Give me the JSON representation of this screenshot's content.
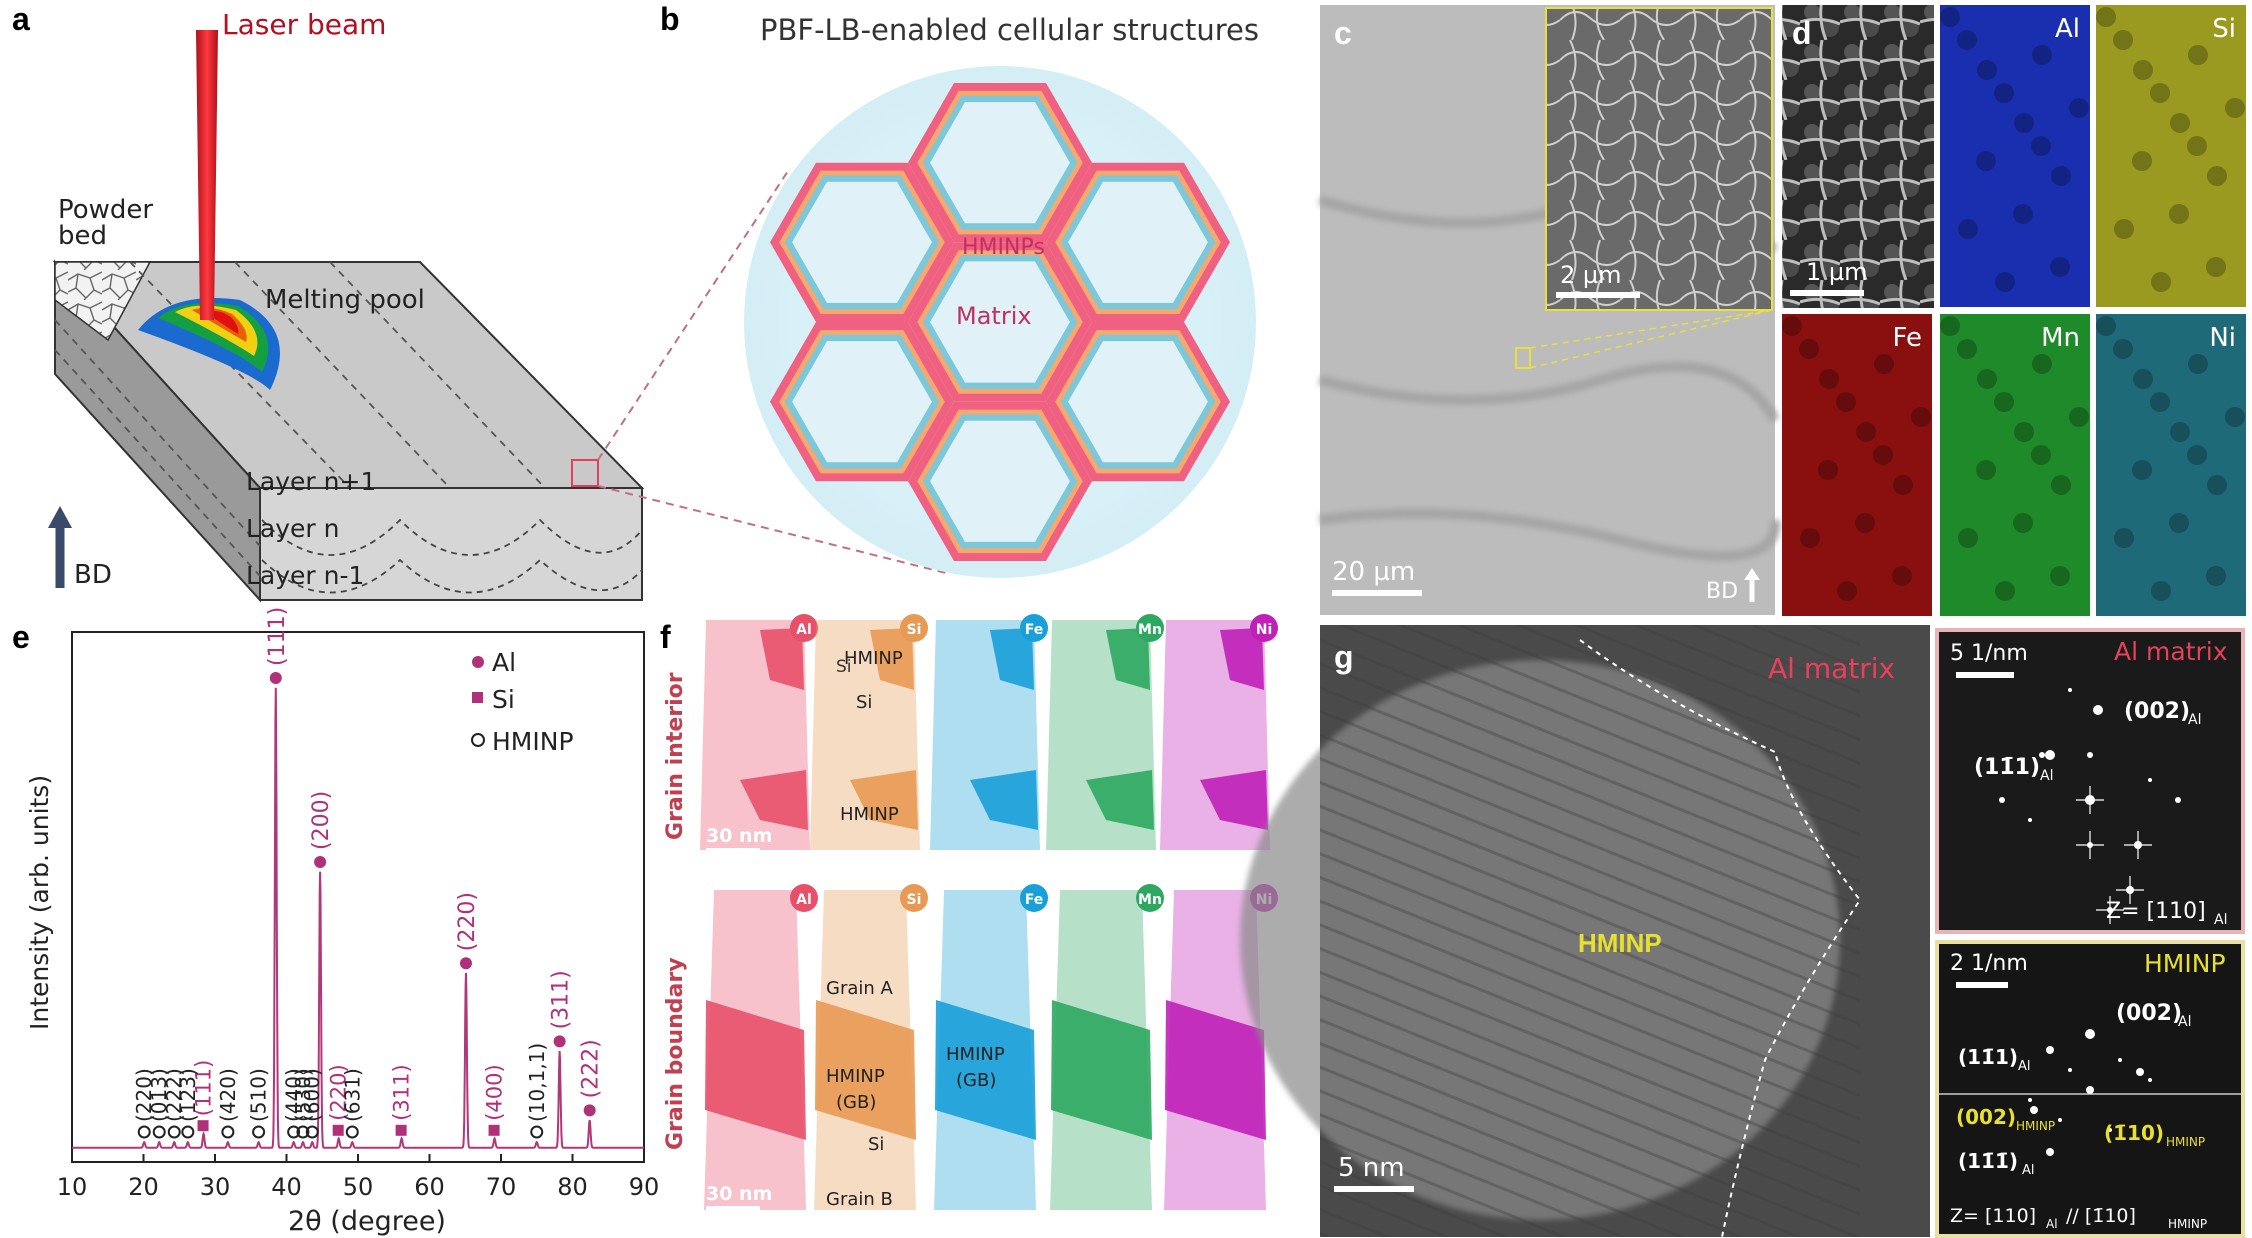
{
  "panels": {
    "a": {
      "letter": "a",
      "laser": "Laser beam",
      "powder": "Powder",
      "bed": "bed",
      "pool": "Melting pool",
      "layer_top": "Layer n+1",
      "layer_mid": "Layer n",
      "layer_bot": "Layer n-1",
      "bd": "BD"
    },
    "b": {
      "letter": "b",
      "title": "PBF-LB-enabled cellular structures",
      "hminps": "HMINPs",
      "matrix": "Matrix"
    },
    "c": {
      "letter": "c",
      "scale_inset": "2 µm",
      "scale_main": "20 µm",
      "bd": "BD"
    },
    "d": {
      "letter": "d",
      "scale": "1 µm",
      "maps": [
        "Al",
        "Si",
        "Fe",
        "Mn",
        "Ni"
      ],
      "colors": {
        "Al": "#1a2fb0",
        "Si": "#9a9a20",
        "Fe": "#8a1010",
        "Mn": "#1f8a2a",
        "Ni": "#1f6a78"
      }
    },
    "e": {
      "letter": "e",
      "ylabel": "Intensity (arb. units)",
      "xlabel": "2θ (degree)",
      "legend": [
        "Al",
        "Si",
        "HMINP"
      ]
    },
    "f": {
      "letter": "f",
      "row1": "Grain interior",
      "row2": "Grain boundary",
      "elements": [
        "Al",
        "Si",
        "Fe",
        "Mn",
        "Ni"
      ],
      "hminp": "HMINP",
      "si": "Si",
      "grain_a": "Grain A",
      "grain_b": "Grain B",
      "hminp_gb": "HMINP",
      "gb": "(GB)",
      "scale": "30 nm",
      "colors": {
        "Al": "#e8506a",
        "Si": "#e89a55",
        "Fe": "#1aa0d8",
        "Mn": "#2ea860",
        "Ni": "#c020b8"
      }
    },
    "g": {
      "letter": "g",
      "al_matrix": "Al matrix",
      "hminp": "HMINP",
      "scale": "5 nm",
      "fft1_scale": "5 1/nm",
      "fft1_title": "Al matrix",
      "fft1_002": "(002)",
      "fft1_111": "(11̄1)",
      "fft1_zone": "Z= [110]",
      "fft2_scale": "2 1/nm",
      "fft2_title": "HMINP",
      "fft2_002": "(002)",
      "fft2_111": "(11̄1)",
      "fft2_002h": "(002)",
      "fft2_110h": "(1̄10)",
      "fft2_111b": "(11̄1̄)",
      "fft2_zone": "Z= [110]",
      "fft2_zone2": "// [1̄10]",
      "sub_al": "Al",
      "sub_hminp": "HMINP"
    }
  },
  "chart_data": {
    "type": "line",
    "xlabel": "2θ (degree)",
    "ylabel": "Intensity (arb. units)",
    "xlim": [
      10,
      90
    ],
    "xticks": [
      10,
      20,
      30,
      40,
      50,
      60,
      70,
      80,
      90
    ],
    "series": [
      {
        "name": "Al",
        "peaks": [
          {
            "x": 38.5,
            "label": "(111)",
            "height": 1.0
          },
          {
            "x": 44.7,
            "label": "(200)",
            "height": 0.6
          },
          {
            "x": 65.1,
            "label": "(220)",
            "height": 0.38
          },
          {
            "x": 78.2,
            "label": "(311)",
            "height": 0.21
          },
          {
            "x": 82.4,
            "label": "(222)",
            "height": 0.06
          }
        ]
      },
      {
        "name": "Si",
        "peaks": [
          {
            "x": 28.4,
            "label": "(111)",
            "height": 0.03
          },
          {
            "x": 47.3,
            "label": "(220)",
            "height": 0.02
          },
          {
            "x": 56.1,
            "label": "(311)",
            "height": 0.02
          },
          {
            "x": 69.1,
            "label": "(400)",
            "height": 0.02
          }
        ]
      },
      {
        "name": "HMINP",
        "peaks": [
          {
            "x": 20.1,
            "label": "(220)"
          },
          {
            "x": 22.2,
            "label": "(013)"
          },
          {
            "x": 24.3,
            "label": "(222)"
          },
          {
            "x": 26.2,
            "label": "(123)"
          },
          {
            "x": 31.8,
            "label": "(420)"
          },
          {
            "x": 36.1,
            "label": "(510)"
          },
          {
            "x": 41.0,
            "label": "(440)"
          },
          {
            "x": 42.3,
            "label": "(530)"
          },
          {
            "x": 43.6,
            "label": "(600)"
          },
          {
            "x": 49.2,
            "label": "(631)"
          },
          {
            "x": 75.0,
            "label": "(10,1,1)"
          }
        ]
      }
    ]
  }
}
